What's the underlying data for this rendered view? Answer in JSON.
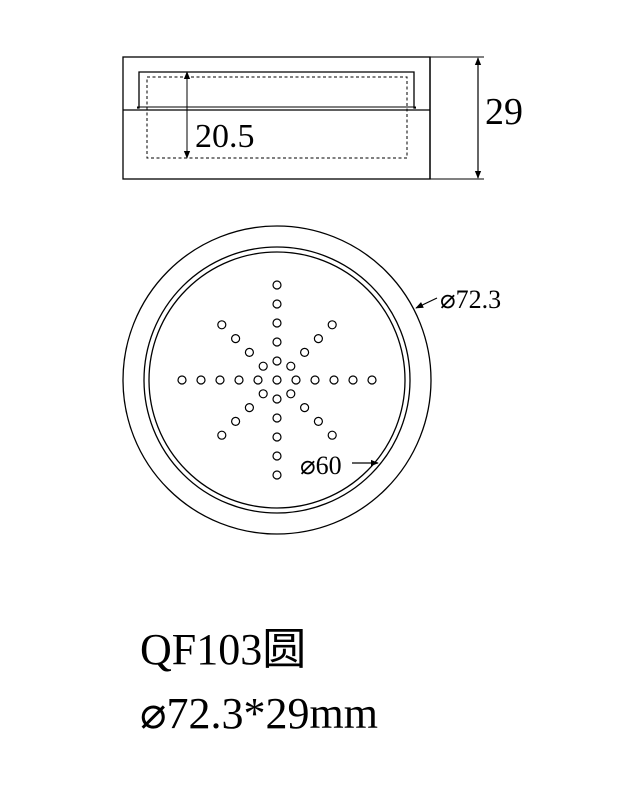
{
  "drawing": {
    "side_view": {
      "inner_depth_label": "20.5",
      "height_label": "29"
    },
    "top_view": {
      "outer_diameter_label": "⌀72.3",
      "inner_diameter_label": "⌀60",
      "vent_pattern": {
        "arms": 8,
        "holes_per_arm_horizontal_vertical": 5,
        "holes_per_arm_diagonal": 4,
        "center_hole": true
      }
    }
  },
  "caption": {
    "model": "QF103圆",
    "spec": "⌀72.3*29mm"
  },
  "colors": {
    "line": "#000000",
    "background": "#ffffff"
  }
}
